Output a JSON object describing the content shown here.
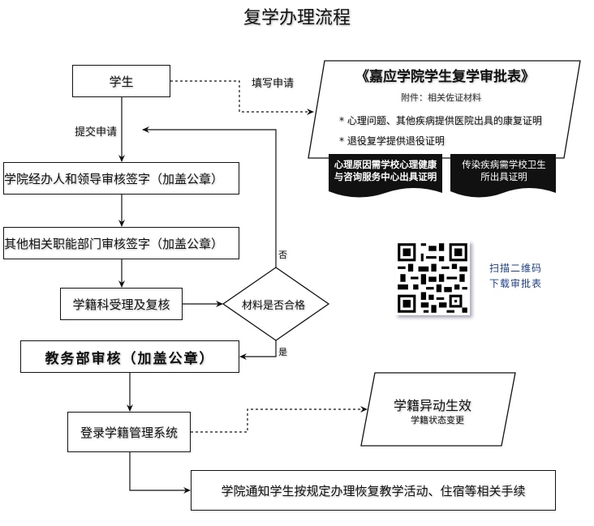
{
  "title": "复学办理流程",
  "nodes": {
    "student": "学生",
    "college_review": "学院经办人和领导审核签字（加盖公章）",
    "dept_review": "其他相关职能部门审核签字（加盖公章）",
    "registry_review": "学籍科受理及复核",
    "decision": "材料是否合格",
    "academic_affairs": "教务部审核（加盖公章）",
    "system_entry": "登录学籍管理系统",
    "notify": "学院通知学生按规定办理恢复教学活动、住宿等相关手续"
  },
  "edge_labels": {
    "fill_application": "填写申请",
    "submit_application": "提交申请",
    "no": "否",
    "yes": "是"
  },
  "form": {
    "title": "《嘉应学院学生复学审批表》",
    "attachment": "附件：相关佐证材料",
    "items": [
      "* 心理问题、其他疾病提供医院出具的康复证明",
      "* 退役复学提供退役证明"
    ],
    "docs": [
      "心理原因需学校心理健康与咨询服务中心出具证明",
      "传染疾病需学校卫生所出具证明"
    ]
  },
  "status_change": {
    "title": "学籍异动生效",
    "subtitle": "学籍状态变更"
  },
  "qr": {
    "line1": "扫描二维码",
    "line2": "下载审批表"
  }
}
